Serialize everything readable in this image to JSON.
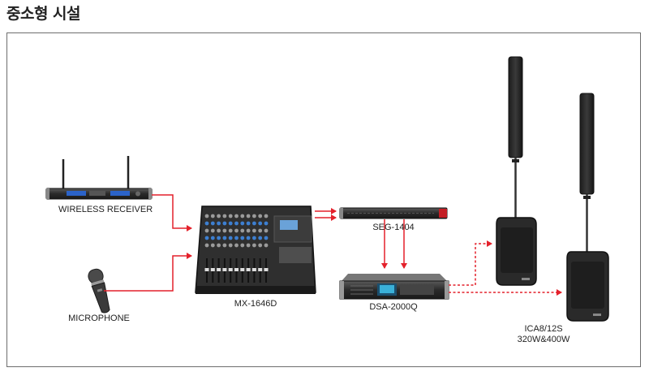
{
  "title": "중소형 시설",
  "devices": {
    "wireless_receiver": {
      "label": "WIRELESS RECEIVER"
    },
    "microphone": {
      "label": "MICROPHONE"
    },
    "mixer": {
      "label": "MX-1646D"
    },
    "processor": {
      "label": "SEG-1404"
    },
    "amplifier": {
      "label": "DSA-2000Q"
    },
    "speakers": {
      "label_line1": "ICA8/12S",
      "label_line2": "320W&400W"
    }
  },
  "colors": {
    "signal_line": "#e4212b",
    "frame": "#6d6d6d",
    "device_dark": "#2b2b2b"
  }
}
